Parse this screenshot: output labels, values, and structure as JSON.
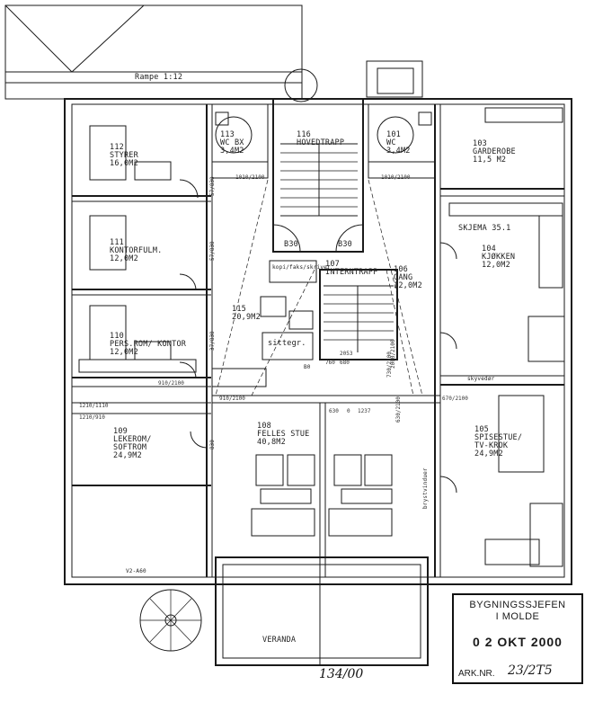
{
  "ramp_label": "Rampe 1:12",
  "rooms": [
    {
      "id": "112",
      "lines": [
        "112",
        "STYRER",
        "16,0M2"
      ]
    },
    {
      "id": "111",
      "lines": [
        "111",
        "KONTORFULM.",
        "12,0M2"
      ]
    },
    {
      "id": "110",
      "lines": [
        "110",
        "PERS.ROM/ KONTOR",
        "12,0M2"
      ]
    },
    {
      "id": "109",
      "lines": [
        "109",
        "LEKEROM/",
        "SOFTROM",
        "24,9M2"
      ]
    },
    {
      "id": "113",
      "lines": [
        "113",
        "WC  BX",
        "3,4M2"
      ]
    },
    {
      "id": "116",
      "lines": [
        "116",
        "HOVEDTRAPP"
      ]
    },
    {
      "id": "101",
      "lines": [
        "101",
        "WC",
        "3,4M2"
      ]
    },
    {
      "id": "103",
      "lines": [
        "103",
        "GARDEROBE",
        "11,5 M2"
      ]
    },
    {
      "id": "104",
      "lines": [
        "SKJEMA 35.1",
        "104",
        "KJØKKEN",
        "12,0M2"
      ]
    },
    {
      "id": "107",
      "lines": [
        "107",
        "INTERNTRAPP"
      ]
    },
    {
      "id": "106",
      "lines": [
        "106",
        "GANG",
        "12,0M2"
      ]
    },
    {
      "id": "115",
      "lines": [
        "115",
        "20,9M2"
      ]
    },
    {
      "id": "108",
      "lines": [
        "108",
        "FELLES STUE",
        "40,8M2"
      ]
    },
    {
      "id": "105",
      "lines": [
        "105",
        "SPISESTUE/",
        "TV-KROK",
        "24,9M2"
      ]
    },
    {
      "id": "veranda",
      "lines": [
        "VERANDA"
      ]
    }
  ],
  "annotations": {
    "sittegr": "sittegr.",
    "kopi": "kopi/faks/skriver",
    "b30_left": "B30",
    "b30_right": "B30",
    "v2": "V2-A60",
    "bd": "B0",
    "skyvedor": "skyvedør",
    "bryststoff": "brystvinduer"
  },
  "dimensions": [
    "1010/2100",
    "1010/2100",
    "910/2100",
    "670/2100",
    "910/2100",
    "1210/1110",
    "1210/910",
    "760",
    "680",
    "730/2100",
    "2053",
    "2000/2100",
    "630",
    "1237",
    "630/2100",
    "0",
    "57/830",
    "57/830",
    "37/830",
    "830"
  ],
  "stamp": {
    "line1": "BYGNINGSSJEFEN",
    "line2": "I MOLDE",
    "date": "0 2  OKT  2000",
    "ark_label": "ARK.NR.",
    "ark_number": "23/2T5"
  },
  "handwritten": "134/00"
}
